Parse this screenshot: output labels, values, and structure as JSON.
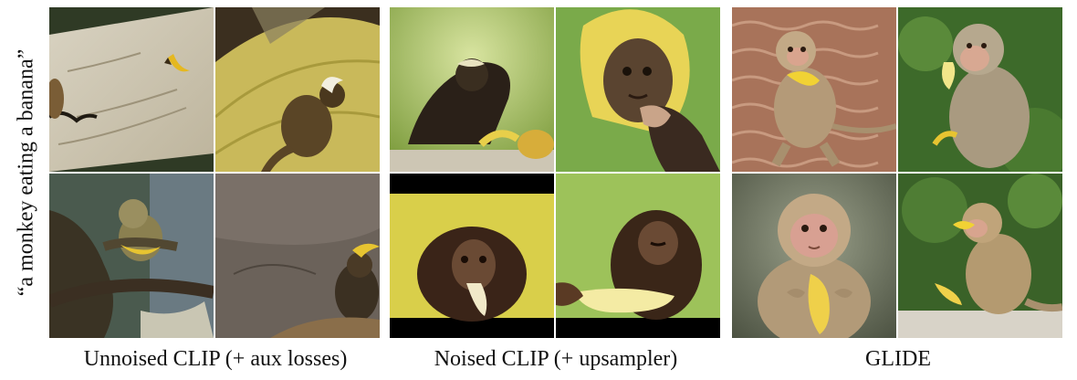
{
  "prompt": "“a monkey eating a banana”",
  "groups": [
    {
      "caption": "Unnoised CLIP (+ aux losses)"
    },
    {
      "caption": "Noised CLIP (+ upsampler)"
    },
    {
      "caption": "GLIDE"
    }
  ]
}
